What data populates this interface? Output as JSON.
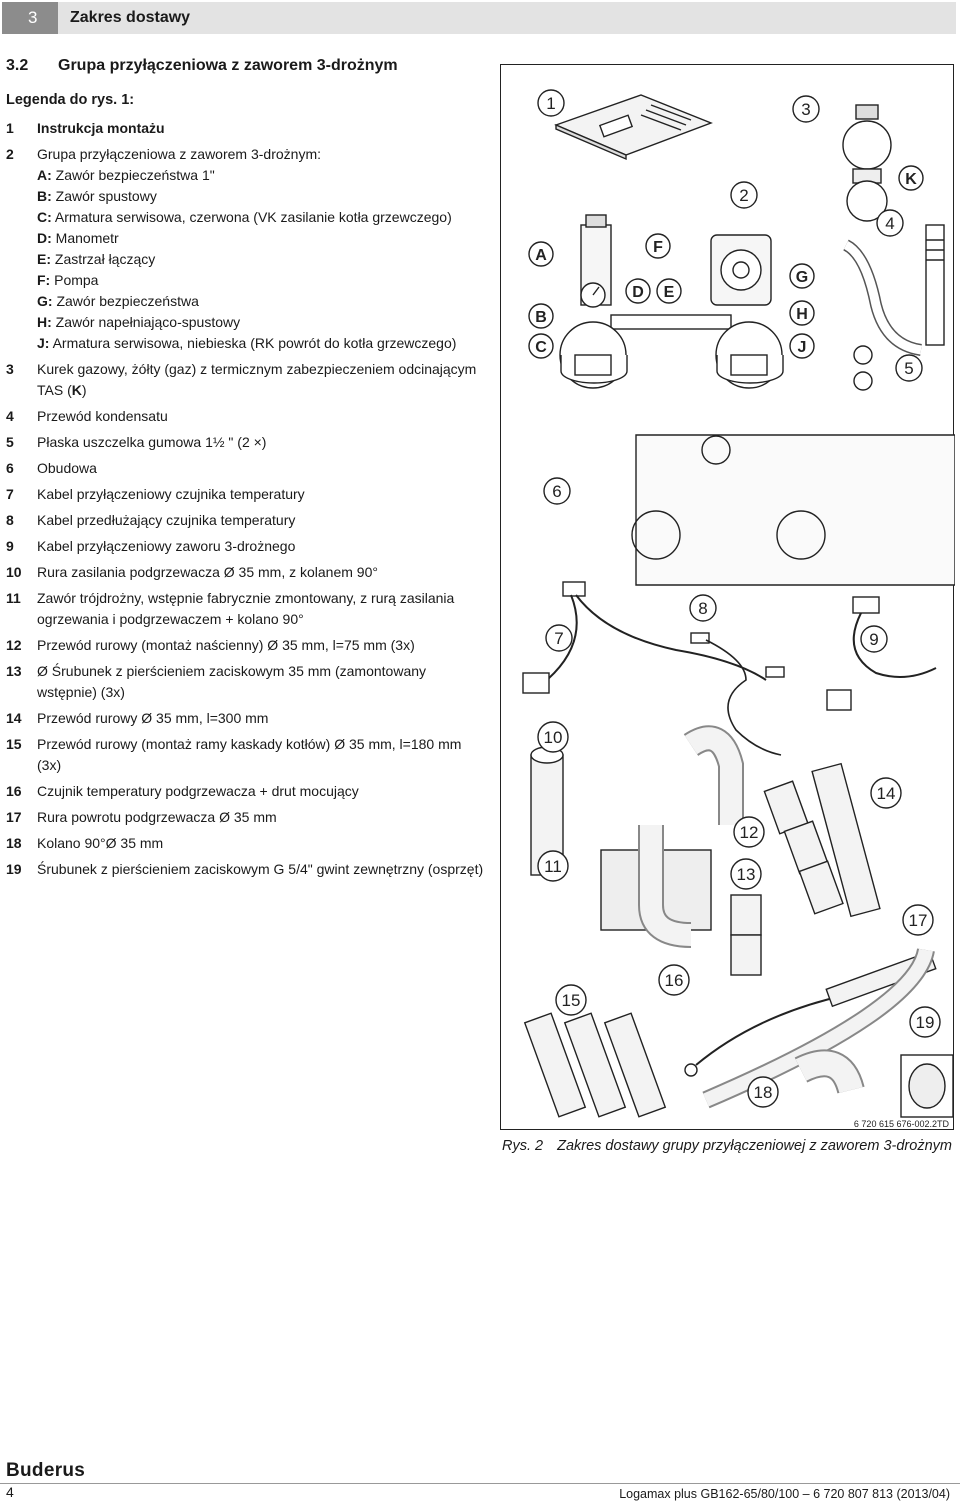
{
  "header": {
    "chapter_number": "3",
    "chapter_title": "Zakres dostawy"
  },
  "section": {
    "number": "3.2",
    "title": "Grupa przyłączeniowa z zaworem 3-drożnym"
  },
  "legend": {
    "title": "Legenda do rys. 1:",
    "items": [
      {
        "n": "1",
        "text": "Instrukcja montażu"
      },
      {
        "n": "2",
        "text": "Grupa przyłączeniowa z zaworem 3-drożnym:"
      },
      {
        "n": "3",
        "text": "Kurek gazowy, żółty (gaz) z termicznym zabezpieczeniem odcinającym TAS (",
        "key": "K",
        "tail": ")"
      },
      {
        "n": "4",
        "text": "Przewód kondensatu"
      },
      {
        "n": "5",
        "text": "Płaska uszczelka gumowa 1½ \" (2 ×)"
      },
      {
        "n": "6",
        "text": "Obudowa"
      },
      {
        "n": "7",
        "text": "Kabel przyłączeniowy czujnika temperatury"
      },
      {
        "n": "8",
        "text": "Kabel przedłużający czujnika temperatury"
      },
      {
        "n": "9",
        "text": "Kabel przyłączeniowy zaworu 3-drożnego"
      },
      {
        "n": "10",
        "text": "Rura zasilania podgrzewacza Ø 35 mm, z kolanem 90°"
      },
      {
        "n": "11",
        "text": "Zawór trójdrożny, wstępnie fabrycznie zmontowany, z rurą zasilania ogrzewania i podgrzewaczem + kolano 90°"
      },
      {
        "n": "12",
        "text": "Przewód rurowy (montaż naścienny) Ø 35 mm, l=75 mm (3x)"
      },
      {
        "n": "13",
        "text": "Ø Śrubunek z pierścieniem zaciskowym 35 mm (zamontowany wstępnie) (3x)"
      },
      {
        "n": "14",
        "text": "Przewód rurowy Ø 35 mm, l=300 mm"
      },
      {
        "n": "15",
        "text": "Przewód rurowy (montaż ramy kaskady kotłów) Ø 35 mm, l=180 mm (3x)"
      },
      {
        "n": "16",
        "text": "Czujnik temperatury podgrzewacza + drut mocujący"
      },
      {
        "n": "17",
        "text": "Rura powrotu podgrzewacza Ø 35 mm"
      },
      {
        "n": "18",
        "text": "Kolano 90°Ø 35 mm"
      },
      {
        "n": "19",
        "text": "Śrubunek z pierścieniem zaciskowym G 5/4\" gwint zewnętrzny (osprzęt)"
      }
    ],
    "subitems": [
      {
        "k": "A:",
        "text": "Zawór bezpieczeństwa 1\""
      },
      {
        "k": "B:",
        "text": "Zawór spustowy"
      },
      {
        "k": "C:",
        "text": "Armatura serwisowa, czerwona (VK zasilanie kotła grzewczego)"
      },
      {
        "k": "D:",
        "text": "Manometr"
      },
      {
        "k": "E:",
        "text": "Zastrzał łączący"
      },
      {
        "k": "F:",
        "text": "Pompa"
      },
      {
        "k": "G:",
        "text": "Zawór bezpieczeństwa"
      },
      {
        "k": "H:",
        "text": "Zawór napełniająco-spustowy"
      },
      {
        "k": "J:",
        "text": "Armatura serwisowa, niebieska (RK powrót do kotła grzewczego)"
      }
    ]
  },
  "figure": {
    "labels": {
      "n1": "1",
      "n2": "2",
      "n3": "3",
      "n4": "4",
      "n5": "5",
      "n6": "6",
      "n7": "7",
      "n8": "8",
      "n9": "9",
      "n10": "10",
      "n11": "11",
      "n12": "12",
      "n13": "13",
      "n14": "14",
      "n15": "15",
      "n16": "16",
      "n17": "17",
      "n18": "18",
      "n19": "19",
      "A": "A",
      "B": "B",
      "C": "C",
      "D": "D",
      "E": "E",
      "F": "F",
      "G": "G",
      "H": "H",
      "J": "J",
      "K": "K"
    },
    "code": "6 720 615 676-002.2TD"
  },
  "caption": {
    "label": "Rys. 2",
    "text": "Zakres dostawy grupy przyłączeniowej z zaworem 3-drożnym"
  },
  "footer": {
    "brand": "Buderus",
    "page": "4",
    "doc": "Logamax plus GB162-65/80/100 – 6 720 807 813 (2013/04)"
  }
}
